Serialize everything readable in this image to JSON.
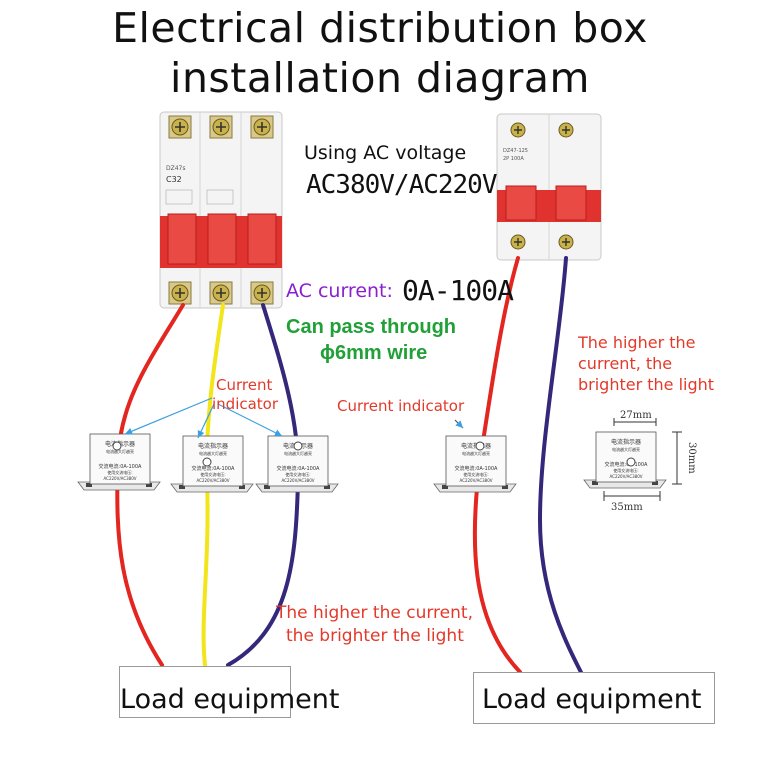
{
  "title": {
    "line1": "Electrical distribution box",
    "line2": "installation diagram"
  },
  "voltage": {
    "label": "Using AC voltage",
    "value": "AC380V/AC220V"
  },
  "current": {
    "label": "AC current:",
    "value": "0A-100A"
  },
  "wire_note": {
    "line1": "Can pass through",
    "line2": "ϕ6mm wire"
  },
  "left_panel": {
    "indicator_label_line1": "Current",
    "indicator_label_line2": "indicator",
    "brightness_line1": "The higher the current,",
    "brightness_line2": "the brighter the light",
    "load_label": "Load equipment"
  },
  "right_panel": {
    "indicator_label": "Current indicator",
    "brightness_line1": "The higher the",
    "brightness_line2": "current, the",
    "brightness_line3": "brighter the light",
    "load_label": "Load equipment"
  },
  "breaker_3p": {
    "model": "DZ47s",
    "rating": "C32"
  },
  "breaker_2p": {
    "model": "DZ47-125",
    "rating": "2P 100A"
  },
  "indicator_unit": {
    "title": "电流指示器",
    "subtitle": "电流越大灯越亮",
    "spec_line1": "交流电流:0A-100A",
    "spec_line2": "使用交流电压:",
    "spec_line3": "AC220V/AC380V"
  },
  "dimensions": {
    "width_top": "27mm",
    "height_side": "30mm",
    "width_bottom": "35mm"
  },
  "colors": {
    "wire_red": "#e3261f",
    "wire_yellow": "#f2e51a",
    "wire_blue": "#33287a",
    "breaker_red": "#e0322f",
    "label_red": "#e23a2a",
    "label_purple": "#8a1fd0",
    "label_green": "#22a038"
  }
}
